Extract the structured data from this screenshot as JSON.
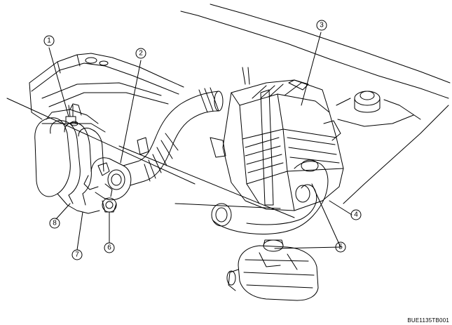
{
  "callouts": [
    {
      "number": "1"
    },
    {
      "number": "2"
    },
    {
      "number": "3"
    },
    {
      "number": "4"
    },
    {
      "number": "5"
    },
    {
      "number": "6"
    },
    {
      "number": "7"
    },
    {
      "number": "8"
    }
  ],
  "figure_code": "BUE1135TB001"
}
